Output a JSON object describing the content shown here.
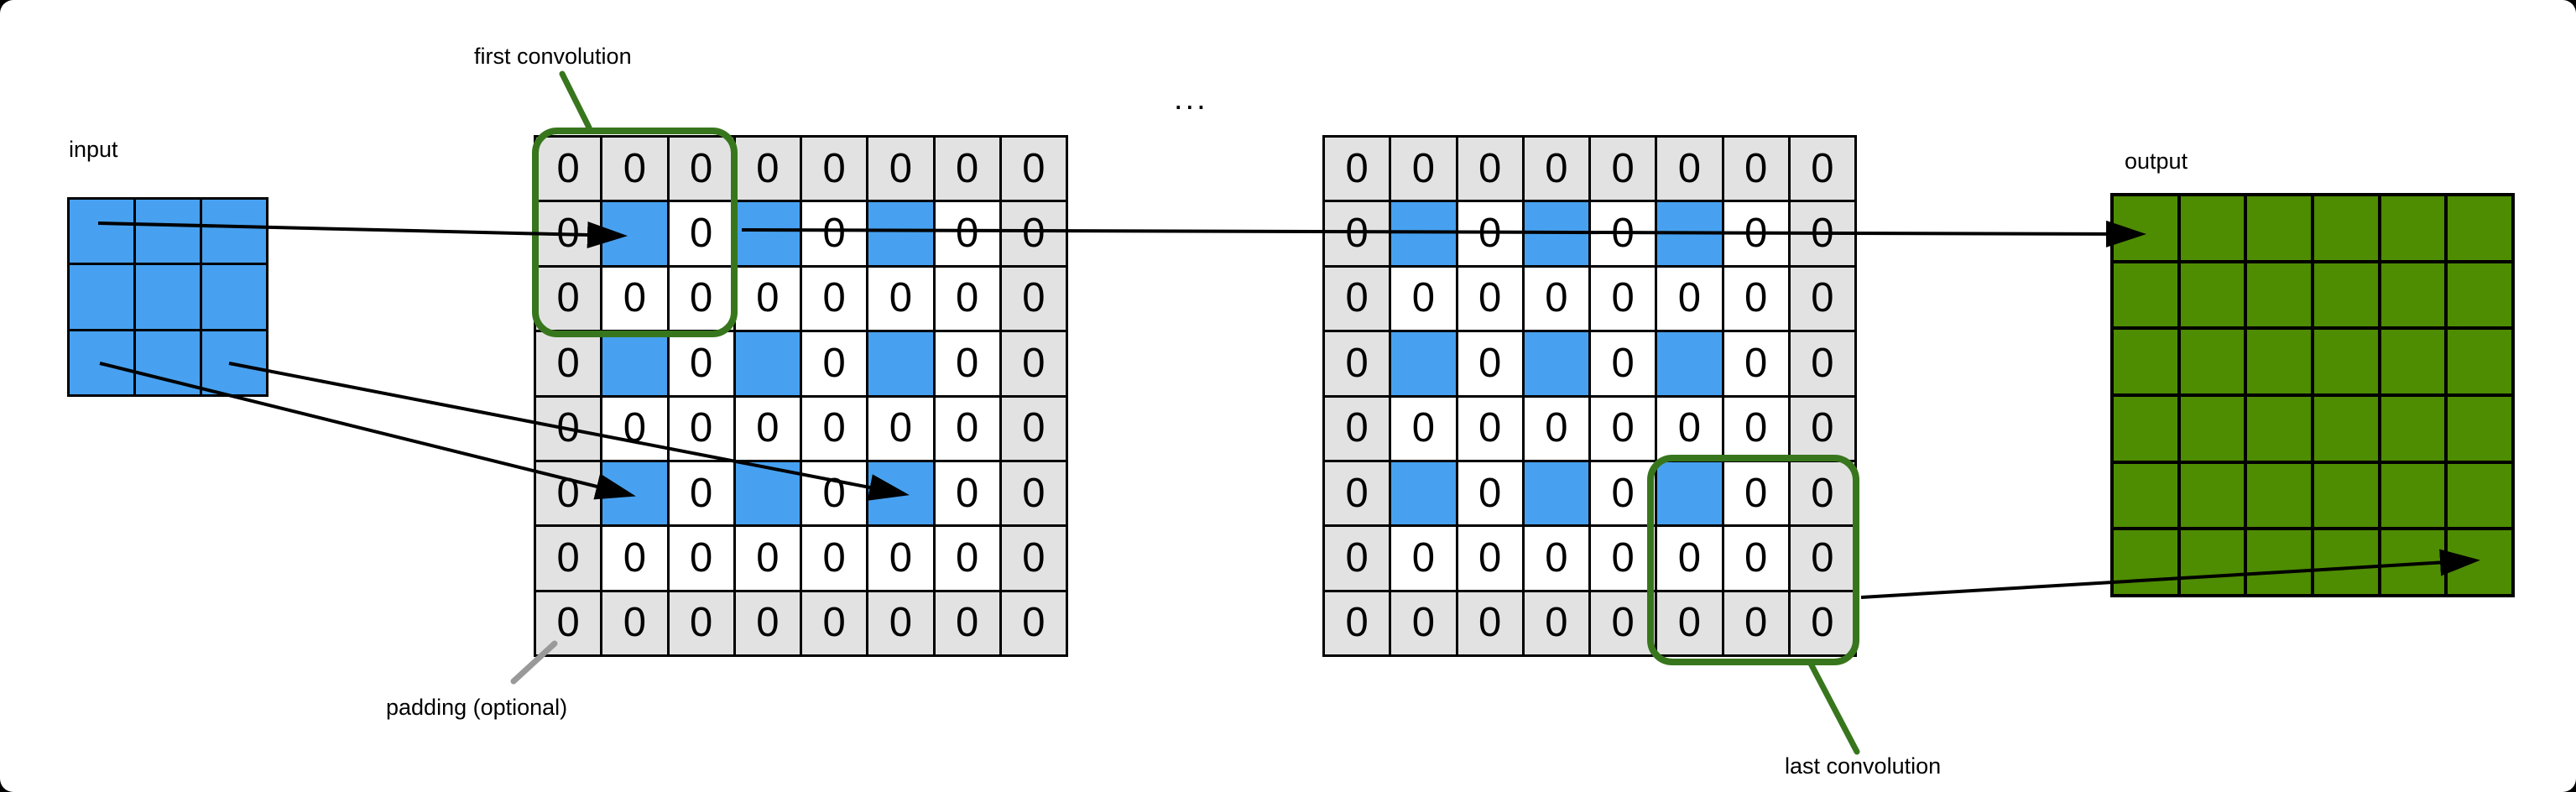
{
  "window": {
    "background": "#000000",
    "panel_background": "#ffffff"
  },
  "labels": {
    "input": "input",
    "first_convolution": "first convolution",
    "padding": "padding (optional)",
    "last_convolution": "last convolution",
    "output": "output",
    "ellipsis": "..."
  },
  "cell_text": {
    "P": "0",
    "Z": "0",
    "B": "",
    "G": ""
  },
  "cell_colors": {
    "P": "#e2e2e2",
    "Z": "#ffffff",
    "B": "#47a1f0",
    "G": "#4e8c02"
  },
  "cell_semantics": {
    "P": "padding-zero-cell-gray",
    "Z": "inserted-zero-cell-white",
    "B": "input-value-cell-blue",
    "G": "output-value-cell-green"
  },
  "accent_colors": {
    "convolution_box_green": "#38761d",
    "leader_gray": "#999999",
    "line_black": "#000000"
  },
  "grids": {
    "input": {
      "rows": [
        "BBB",
        "BBB",
        "BBB"
      ]
    },
    "conv1": {
      "rows": [
        "PPPPPPPP",
        "PBZBZBZP",
        "PZZZZZZP",
        "PBZBZBZP",
        "PZZZZZZP",
        "PBZBZBZP",
        "PZZZZZZP",
        "PPPPPPPP"
      ]
    },
    "conv2": {
      "rows": [
        "PPPPPPPP",
        "PBZBZBZP",
        "PZZZZZZP",
        "PBZBZBZP",
        "PZZZZZZP",
        "PBZBZBZP",
        "PZZZZZZP",
        "PPPPPPPP"
      ]
    },
    "output": {
      "rows": [
        "GGGGGG",
        "GGGGGG",
        "GGGGGG",
        "GGGGGG",
        "GGGGGG",
        "GGGGGG"
      ]
    }
  }
}
